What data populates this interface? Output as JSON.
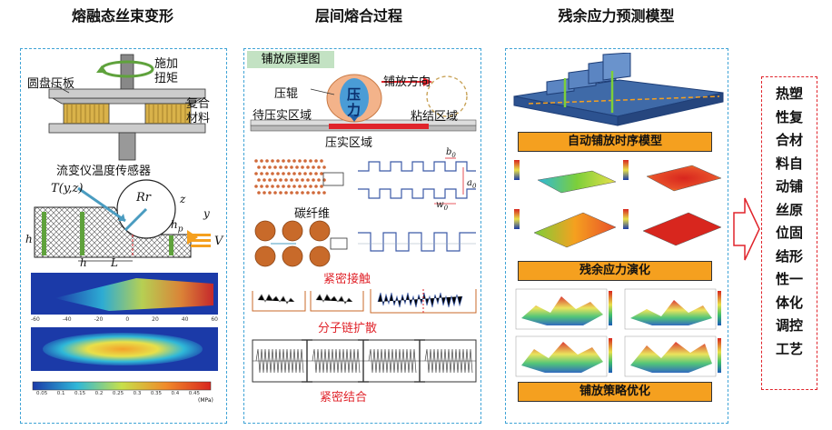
{
  "columns": {
    "col1_title": "熔融态丝束变形",
    "col2_title": "层间熔合过程",
    "col3_title": "残余应力预测模型"
  },
  "col1": {
    "disc_plate": "圆盘压板",
    "apply": "施加",
    "torque": "扭矩",
    "composite": "复合",
    "material": "材料",
    "sensor": "流变仪温度传感器",
    "t_yz": "T(y,z)",
    "rr": "Rr",
    "z": "z",
    "y": "y",
    "hp": "h",
    "hp_sub": "p",
    "h_left": "h",
    "h_bottom": "h",
    "L": "L",
    "V": "V",
    "heat_axis1": [
      "-60",
      "-40",
      "-20",
      "0",
      "20",
      "40",
      "60"
    ],
    "colorbar_ticks": [
      "0.05",
      "0.1",
      "0.15",
      "0.2",
      "0.25",
      "0.3",
      "0.35",
      "0.4",
      "0.45"
    ],
    "colorbar_unit": "(MPa)"
  },
  "col2": {
    "principle": "铺放原理图",
    "roller": "压辊",
    "direction": "铺放方向",
    "force": "压",
    "force2": "力",
    "pending": "待压实区域",
    "bonded": "粘结区域",
    "compact": "压实区域",
    "fiber": "碳纤维",
    "contact": "紧密接触",
    "diffusion": "分子链扩散",
    "bonding": "紧密结合",
    "b0": "b",
    "b0_sub": "0",
    "a0": "a",
    "a0_sub": "0",
    "w0": "w",
    "w0_sub": "0"
  },
  "col3": {
    "banner1": "自动铺放时序模型",
    "banner2": "残余应力演化",
    "banner3": "铺放策略优化"
  },
  "result": {
    "text": "热塑性复合材料自动铺丝原位固结形性一体化调控工艺"
  },
  "colors": {
    "panel_border": "#3fa3d6",
    "banner": "#f5a01f",
    "result_border": "#e0242b",
    "label_red": "#e0242b",
    "arrow_teal": "#4a9cc0",
    "arrow_orange": "#f5a01f",
    "arrow_green": "#5fa23c"
  }
}
